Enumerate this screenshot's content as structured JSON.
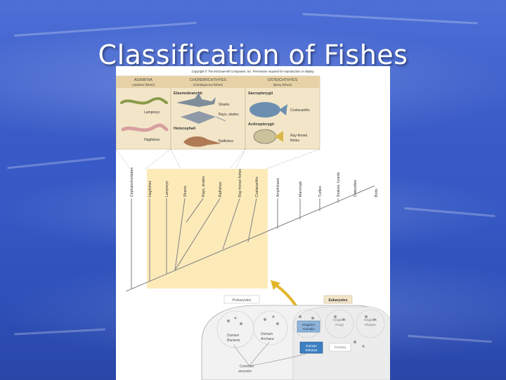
{
  "slide": {
    "title": "Classification of Fishes"
  },
  "figure": {
    "copyright": "Copyright © The McGraw-Hill Companies, Inc. Permission required for reproduction or display.",
    "agnatha": {
      "header": "AGNATHA",
      "sub": "(Jawless fishes)",
      "labels": [
        "Lampreys",
        "Hagfishes"
      ]
    },
    "chondrichthyes": {
      "header": "CHONDRICHTHYES",
      "sub": "(Cartilaginous fishes)",
      "group1": "Elasmobranchii",
      "group2": "Holocephali",
      "labels": [
        "Sharks",
        "Rays, skates",
        "Ratfishes"
      ]
    },
    "osteichthyes": {
      "header": "OSTEICHTHYES",
      "sub": "(Bony fishes)",
      "group1": "Sarcopterygii",
      "group2": "Actinopterygii",
      "labels": [
        "Coelacanths",
        "Ray-finned fishes"
      ]
    },
    "taxa": [
      "Cephalochordates",
      "Hagfishes",
      "Lampreys",
      "Sharks",
      "Rays, skates",
      "Ratfishes",
      "Ray-finned fishes",
      "Coelacanths",
      "Amphibians",
      "Mammals",
      "Turtles",
      "Snakes, lizards",
      "Crocodiles",
      "Birds"
    ],
    "tree_of_life": {
      "prokaryotes": "Prokaryotes",
      "eukaryotes": "Eukaryotes",
      "bacteria": "Domain Bacteria",
      "archaea": "Domain Archaea",
      "animalia": "Kingdom Animalia",
      "fungi": "Kingdom Fungi",
      "plantae": "Kingdom Plantae",
      "eukarya": "Domain Eukarya",
      "protista": "Protista",
      "common_ancestor": "Common ancestor"
    }
  },
  "colors": {
    "background": "#3558c4",
    "panel_tan": "#f3e6c8",
    "highlight_yellow": "#fbe6a8",
    "fish_blue": "#6c8fb0"
  }
}
